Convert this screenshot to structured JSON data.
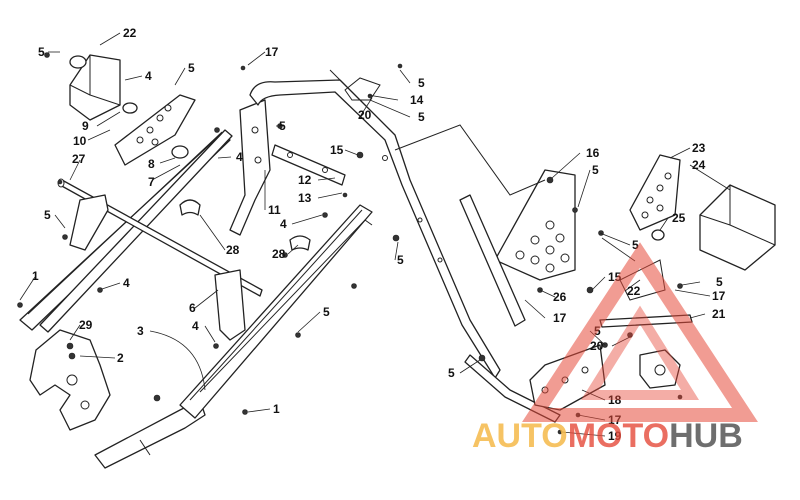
{
  "callouts": [
    {
      "id": "c-22a",
      "text": "22"
    },
    {
      "id": "c-5a",
      "text": "5"
    },
    {
      "id": "c-4a",
      "text": "4"
    },
    {
      "id": "c-5b",
      "text": "5"
    },
    {
      "id": "c-9",
      "text": "9"
    },
    {
      "id": "c-10",
      "text": "10"
    },
    {
      "id": "c-27",
      "text": "27"
    },
    {
      "id": "c-8",
      "text": "8"
    },
    {
      "id": "c-7",
      "text": "7"
    },
    {
      "id": "c-4b",
      "text": "4"
    },
    {
      "id": "c-5c",
      "text": "5"
    },
    {
      "id": "c-28a",
      "text": "28"
    },
    {
      "id": "c-1a",
      "text": "1"
    },
    {
      "id": "c-4c",
      "text": "4"
    },
    {
      "id": "c-29",
      "text": "29"
    },
    {
      "id": "c-3",
      "text": "3"
    },
    {
      "id": "c-2",
      "text": "2"
    },
    {
      "id": "c-6",
      "text": "6"
    },
    {
      "id": "c-4d",
      "text": "4"
    },
    {
      "id": "c-1b",
      "text": "1"
    },
    {
      "id": "c-17a",
      "text": "17"
    },
    {
      "id": "c-5d",
      "text": "5"
    },
    {
      "id": "c-11",
      "text": "11"
    },
    {
      "id": "c-4e",
      "text": "4"
    },
    {
      "id": "c-28b",
      "text": "28"
    },
    {
      "id": "c-5e",
      "text": "5"
    },
    {
      "id": "c-15a",
      "text": "15"
    },
    {
      "id": "c-12",
      "text": "12"
    },
    {
      "id": "c-13",
      "text": "13"
    },
    {
      "id": "c-5f",
      "text": "5"
    },
    {
      "id": "c-14",
      "text": "14"
    },
    {
      "id": "c-20a",
      "text": "20"
    },
    {
      "id": "c-5g",
      "text": "5"
    },
    {
      "id": "c-5h",
      "text": "5"
    },
    {
      "id": "c-16",
      "text": "16"
    },
    {
      "id": "c-5i",
      "text": "5"
    },
    {
      "id": "c-23",
      "text": "23"
    },
    {
      "id": "c-24",
      "text": "24"
    },
    {
      "id": "c-25",
      "text": "25"
    },
    {
      "id": "c-5j",
      "text": "5"
    },
    {
      "id": "c-15b",
      "text": "15"
    },
    {
      "id": "c-22b",
      "text": "22"
    },
    {
      "id": "c-5k",
      "text": "5"
    },
    {
      "id": "c-17b",
      "text": "17"
    },
    {
      "id": "c-26",
      "text": "26"
    },
    {
      "id": "c-17c",
      "text": "17"
    },
    {
      "id": "c-21",
      "text": "21"
    },
    {
      "id": "c-5l",
      "text": "5"
    },
    {
      "id": "c-20b",
      "text": "20"
    },
    {
      "id": "c-5m",
      "text": "5"
    },
    {
      "id": "c-18",
      "text": "18"
    },
    {
      "id": "c-17d",
      "text": "17"
    },
    {
      "id": "c-19",
      "text": "19"
    }
  ],
  "watermark": {
    "part1": "AUTO",
    "part2": "MOTO",
    "part3": "HUB",
    "colors": {
      "orange": "#f5b94a",
      "red": "#e64a3a",
      "gray": "#555555"
    }
  }
}
